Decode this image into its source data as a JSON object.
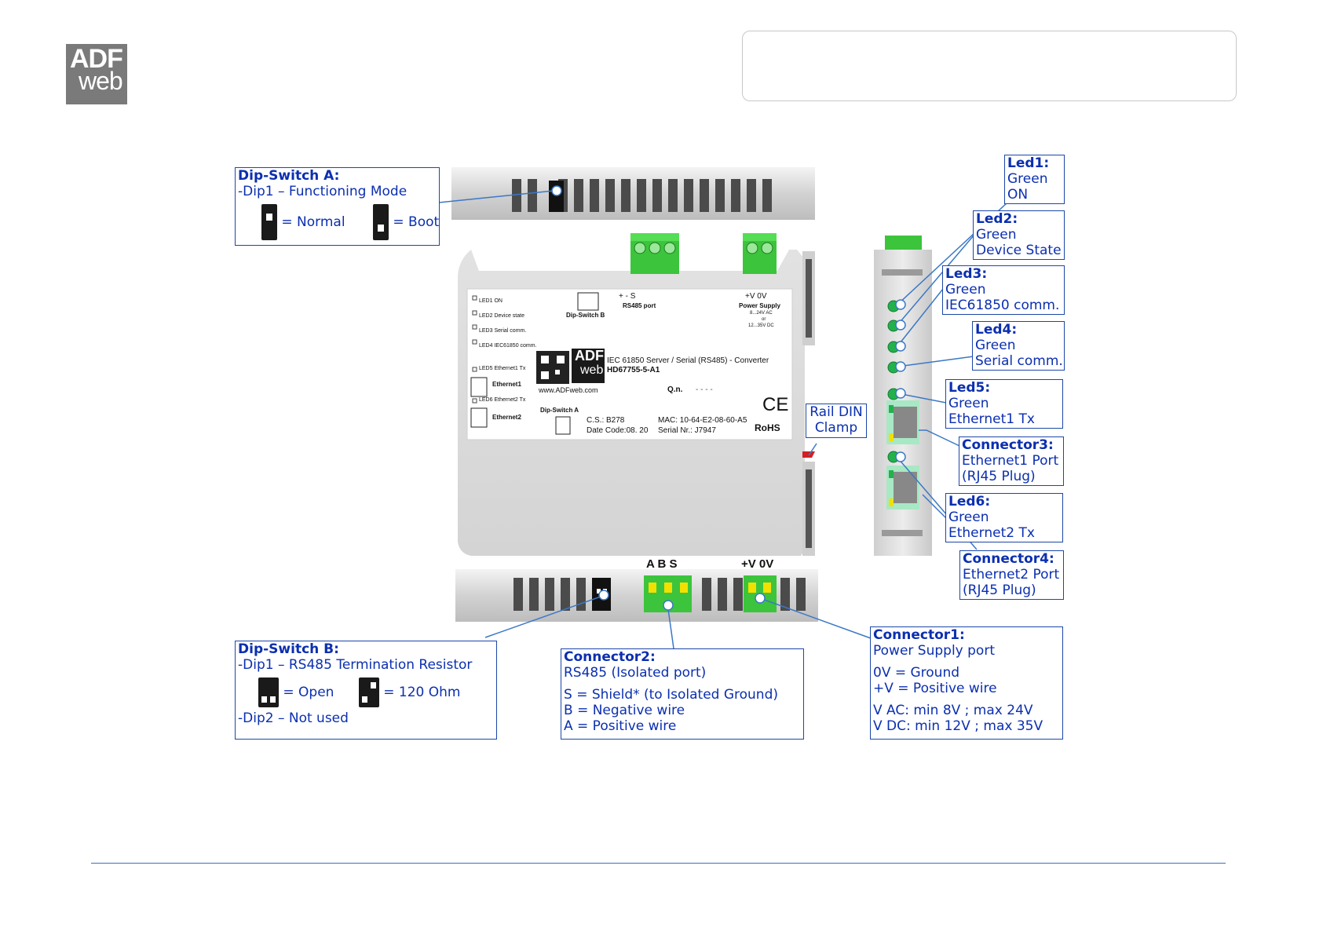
{
  "logo": {
    "line1": "ADF",
    "line2": "web"
  },
  "callouts": {
    "dipA": {
      "title": "Dip-Switch A:",
      "line1": "-Dip1 – Functioning Mode",
      "normal": "= Normal",
      "boot": "= Boot"
    },
    "dipB": {
      "title": "Dip-Switch B:",
      "line1": "-Dip1 – RS485 Termination Resistor",
      "open": "= Open",
      "ohm": "= 120 Ohm",
      "line2": "-Dip2 – Not used"
    },
    "led1": {
      "title": "Led1:",
      "l1": "Green",
      "l2": "ON"
    },
    "led2": {
      "title": "Led2:",
      "l1": "Green",
      "l2": "Device State"
    },
    "led3": {
      "title": "Led3:",
      "l1": "Green",
      "l2": "IEC61850 comm."
    },
    "led4": {
      "title": "Led4:",
      "l1": "Green",
      "l2": "Serial comm."
    },
    "led5": {
      "title": "Led5:",
      "l1": "Green",
      "l2": "Ethernet1 Tx"
    },
    "led6": {
      "title": "Led6:",
      "l1": "Green",
      "l2": "Ethernet2 Tx"
    },
    "conn3": {
      "title": "Connector3:",
      "l1": "Ethernet1 Port",
      "l2": "(RJ45 Plug)"
    },
    "conn4": {
      "title": "Connector4:",
      "l1": "Ethernet2 Port",
      "l2": "(RJ45 Plug)"
    },
    "rail": {
      "l1": "Rail DIN",
      "l2": "Clamp"
    },
    "conn1": {
      "title": "Connector1:",
      "l1": "Power Supply port",
      "l2": "0V = Ground",
      "l3": "+V = Positive wire",
      "l4": "V AC: min 8V ; max 24V",
      "l5": "V DC: min 12V ; max 35V"
    },
    "conn2": {
      "title": "Connector2:",
      "l1": "RS485 (Isolated port)",
      "l2": "S = Shield* (to Isolated Ground)",
      "l3": "B = Negative wire",
      "l4": "A = Positive wire"
    }
  },
  "device": {
    "led_labels": [
      "LED1 ON",
      "LED2 Device state",
      "LED3 Serial comm.",
      "LED4 IEC61850 comm.",
      "LED5 Ethernet1 Tx",
      "LED6 Ethernet2 Tx"
    ],
    "ethernet1": "Ethernet1",
    "ethernet2": "Ethernet2",
    "dip_b": "Dip-Switch B",
    "dip_a": "Dip-Switch A",
    "rs485_pins": "+   -   S",
    "rs485_port": "RS485 port",
    "power_pins": "+V  0V",
    "power_supply": "Power Supply",
    "power_range": "8...24V AC",
    "power_or": "or",
    "power_dc": "12...35V DC",
    "product": "IEC 61850 Server / Serial (RS485) - Converter",
    "model": "HD67755-5-A1",
    "website": "www.ADFweb.com",
    "qn": "Q.n.",
    "qn_val": "- - - -",
    "cs": "C.S.: B278",
    "date_code": "Date Code:08. 20",
    "mac": "MAC: 10-64-E2-08-60-A5",
    "serial": "Serial Nr.: J7947",
    "ce": "CE",
    "rohs": "RoHS",
    "label_adf": "ADF",
    "label_web": "web",
    "bottom_abs": "A  B  S",
    "bottom_v": "+V 0V"
  },
  "colors": {
    "callout_border": "#1c47a8",
    "callout_text": "#0b2fb0",
    "led_green": "#22b14c",
    "connector_green": "#3cc43c",
    "footer_line": "#3f6db5"
  }
}
